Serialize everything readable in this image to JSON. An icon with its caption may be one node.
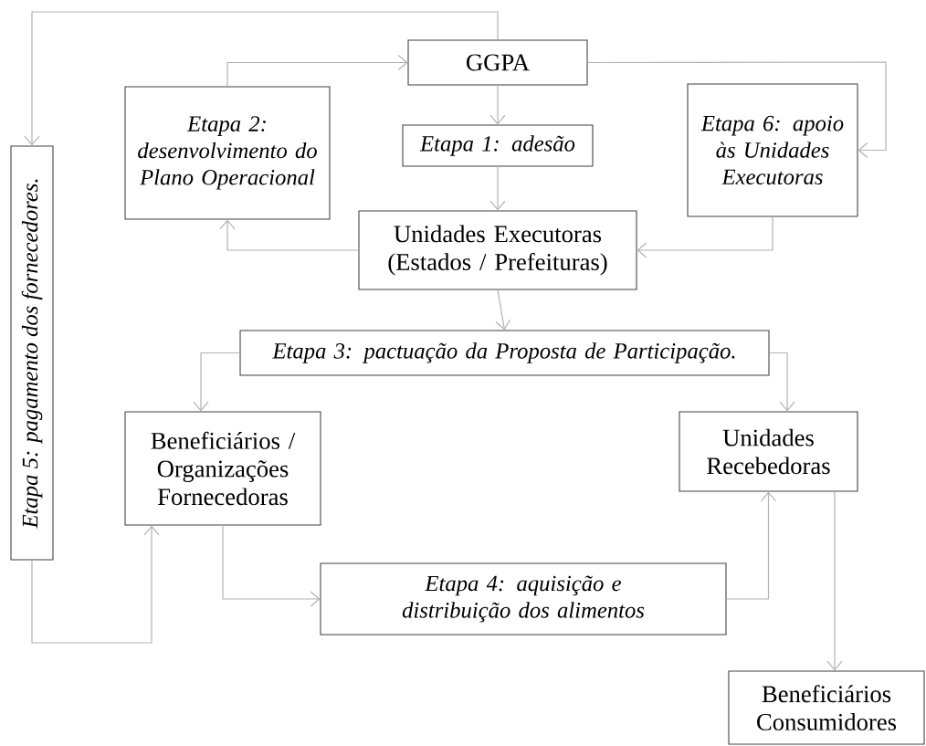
{
  "diagram": {
    "nodes": [
      {
        "text": [
          "GGPA"
        ]
      },
      {
        "text": [
          "Etapa 2: desenvolvimento do Plano Operacional"
        ]
      },
      {
        "text": [
          "Etapa 1: adesão"
        ]
      },
      {
        "text": [
          "Etapa 6: apoio às Unidades Executoras"
        ]
      },
      {
        "text": [
          "Unidades Executoras (Estados / Prefeituras)"
        ]
      },
      {
        "text": [
          "Etapa 5: pagamento dos fornecedores."
        ]
      },
      {
        "text": [
          "Etapa 3: pactuação da Proposta de Participação."
        ]
      },
      {
        "text": [
          "Beneficiários / Organizações Fornecedoras"
        ]
      },
      {
        "text": [
          "Unidades Recebedoras"
        ]
      },
      {
        "text": [
          "Etapa 4: aquisição e distribuição dos alimentos"
        ]
      },
      {
        "text": [
          "Beneficiários Consumidores"
        ]
      }
    ],
    "edges": [
      {
        "from": 0,
        "to": 2,
        "arrow": "to"
      },
      {
        "from": 2,
        "to": 4,
        "arrow": "to"
      },
      {
        "from": 4,
        "to": 1,
        "arrow": "to"
      },
      {
        "from": 1,
        "to": 0,
        "arrow": "to"
      },
      {
        "from": 0,
        "to": 3,
        "arrow": "to"
      },
      {
        "from": 3,
        "to": 4,
        "arrow": "to"
      },
      {
        "from": 0,
        "to": 5,
        "arrow": "to"
      },
      {
        "from": 5,
        "to": 7,
        "arrow": "to"
      },
      {
        "from": 4,
        "to": 6,
        "arrow": "to"
      },
      {
        "from": 6,
        "to": 7,
        "arrow": "to"
      },
      {
        "from": 6,
        "to": 8,
        "arrow": "to"
      },
      {
        "from": 7,
        "to": 9,
        "arrow": "to"
      },
      {
        "from": 9,
        "to": 8,
        "arrow": "to"
      },
      {
        "from": 8,
        "to": 10,
        "arrow": "to"
      }
    ]
  }
}
